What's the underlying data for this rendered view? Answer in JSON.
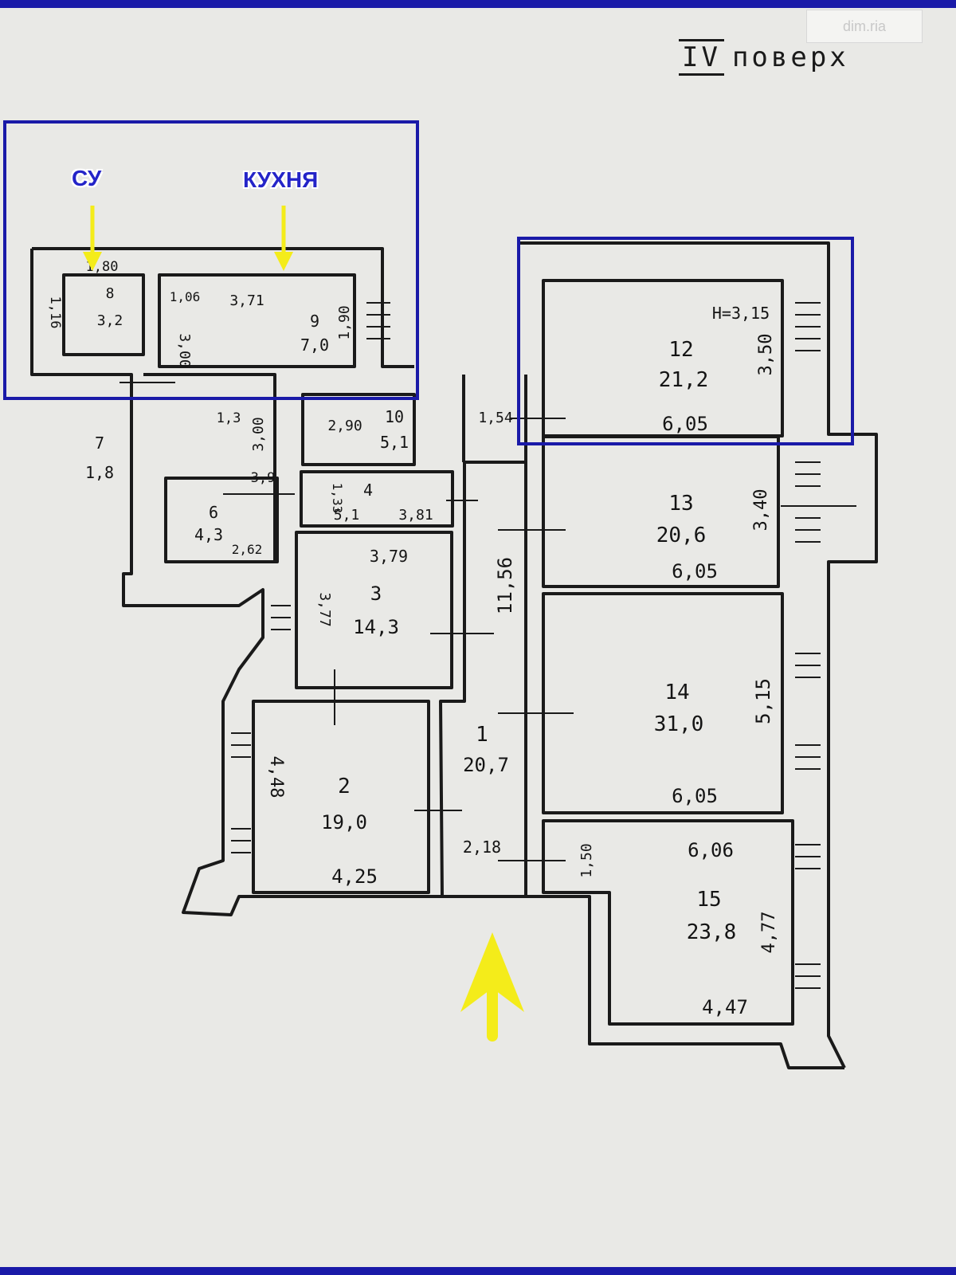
{
  "floor_label": {
    "roman": "IV",
    "word": "поверх"
  },
  "callouts": {
    "bathroom": "СУ",
    "kitchen": "КУХНЯ"
  },
  "watermark": "dim.ria",
  "ceiling_height": "H=3,15",
  "rooms": [
    {
      "id": "room-1",
      "number": "1",
      "area": "20,7"
    },
    {
      "id": "room-2",
      "number": "2",
      "area": "19,0"
    },
    {
      "id": "room-3",
      "number": "3",
      "area": "14,3"
    },
    {
      "id": "room-4",
      "number": "4",
      "area": "5,1"
    },
    {
      "id": "room-6",
      "number": "6",
      "area": "4,3"
    },
    {
      "id": "room-7",
      "number": "7",
      "area": "1,8"
    },
    {
      "id": "room-8",
      "number": "8",
      "area": "3,2"
    },
    {
      "id": "room-9",
      "number": "9",
      "area": "7,0"
    },
    {
      "id": "room-10",
      "number": "10",
      "area": "5,1"
    },
    {
      "id": "room-12",
      "number": "12",
      "area": "21,2"
    },
    {
      "id": "room-13",
      "number": "13",
      "area": "20,6"
    },
    {
      "id": "room-14",
      "number": "14",
      "area": "31,0"
    },
    {
      "id": "room-15",
      "number": "15",
      "area": "23,8"
    }
  ],
  "dimensions": [
    "1,80",
    "1,16",
    "1,06",
    "3,71",
    "1,90",
    "3,00",
    "1,3",
    "3,00",
    "3,9",
    "2,90",
    "1,33",
    "3,81",
    "3,79",
    "3,77",
    "2,62",
    "1,54",
    "3,50",
    "6,05",
    "3,40",
    "6,05",
    "11,56",
    "5,15",
    "6,05",
    "4,48",
    "4,25",
    "2,18",
    "1,50",
    "6,06",
    "4,77",
    "4,47"
  ],
  "colors": {
    "frame": "#1a1aa8",
    "arrow": "#f4ec1a",
    "plan_line": "#1a1a1a",
    "paper": "#e9e9e6"
  },
  "icons": {
    "entrance": "arrow-up-icon",
    "pointer": "arrow-down-icon"
  }
}
